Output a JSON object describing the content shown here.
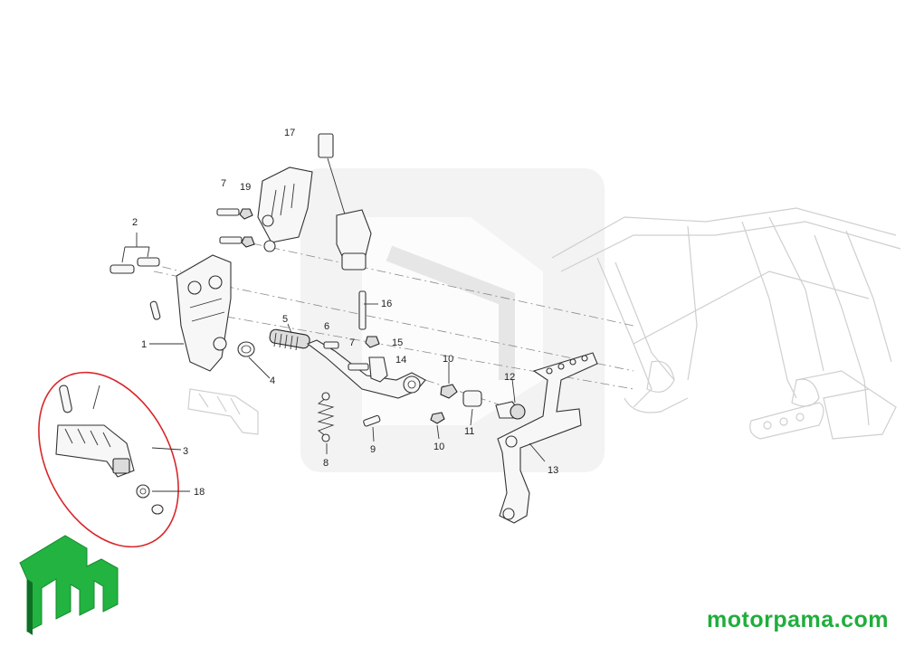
{
  "watermark": {
    "icon": "motorpama-watermark-logo",
    "color": "#d8d8d8"
  },
  "brand": {
    "logo": "mp-logo",
    "website": "motorpama.com",
    "color": "#1fae3c"
  },
  "highlight": {
    "color": "#d9262b",
    "callout": "3"
  },
  "callouts": [
    "17",
    "7",
    "19",
    "2",
    "16",
    "5",
    "6",
    "15",
    "1",
    "7",
    "14",
    "10",
    "12",
    "4",
    "3",
    "8",
    "9",
    "10",
    "11",
    "13",
    "18"
  ]
}
